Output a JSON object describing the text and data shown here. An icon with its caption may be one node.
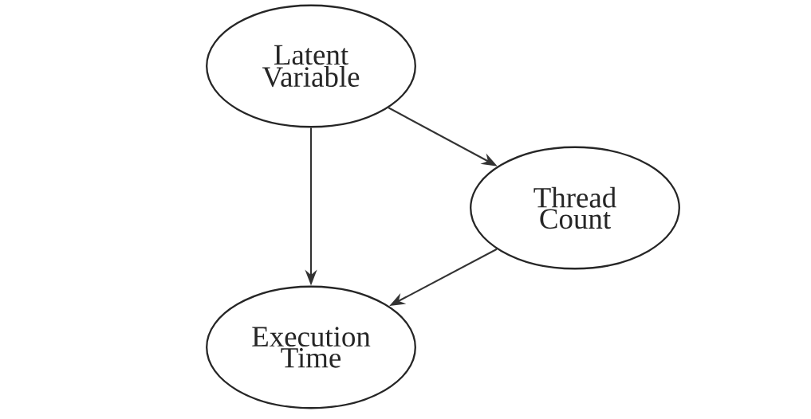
{
  "diagram": {
    "nodes": [
      {
        "text": [
          "Latent Variable"
        ]
      },
      {
        "text": [
          "Thread Count"
        ]
      },
      {
        "text": [
          "Execution Time"
        ]
      }
    ],
    "edges": [
      {
        "from": 0,
        "to": 2,
        "arrow": "to"
      },
      {
        "from": 0,
        "to": 1,
        "arrow": "to"
      },
      {
        "from": 1,
        "to": 2,
        "arrow": "to"
      }
    ]
  }
}
